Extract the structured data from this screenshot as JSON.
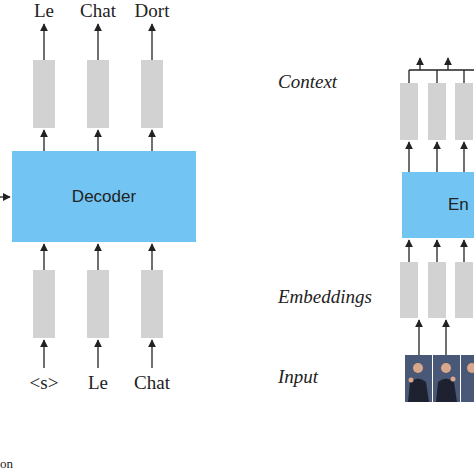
{
  "diagram": {
    "nodes": [
      {
        "text": [
          "Decoder"
        ]
      },
      {
        "text": [
          "En"
        ]
      }
    ],
    "labels": [
      "Le",
      "Chat",
      "Dort",
      "<s>",
      "Le",
      "Chat",
      "Context",
      "Embeddings",
      "Input",
      "on"
    ]
  }
}
